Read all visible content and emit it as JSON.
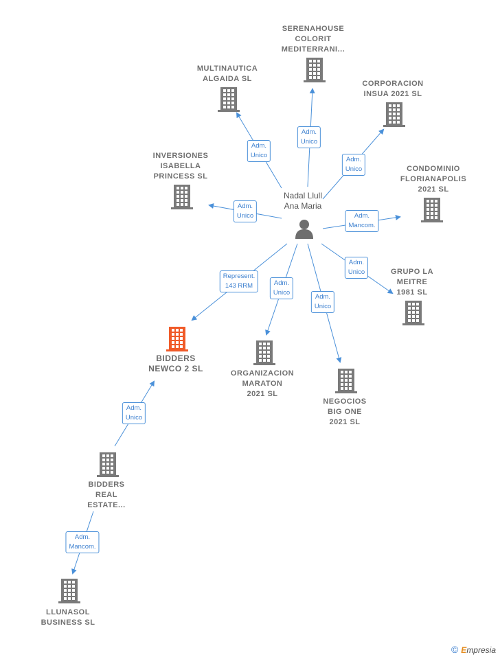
{
  "center": {
    "label": "Nadal Llull\nAna Maria"
  },
  "companies": [
    {
      "id": "serenahouse",
      "label": "SERENAHOUSE\nCOLORIT\nMEDITERRANI...",
      "highlight": false
    },
    {
      "id": "multinautica",
      "label": "MULTINAUTICA\nALGAIDA  SL",
      "highlight": false
    },
    {
      "id": "corporacion",
      "label": "CORPORACION\nINSUA 2021  SL",
      "highlight": false
    },
    {
      "id": "inversiones",
      "label": "INVERSIONES\nISABELLA\nPRINCESS  SL",
      "highlight": false
    },
    {
      "id": "condominio",
      "label": "CONDOMINIO\nFLORIANAPOLIS\n2021  SL",
      "highlight": false
    },
    {
      "id": "grupo",
      "label": "GRUPO LA\nMEITRE\n1981  SL",
      "highlight": false
    },
    {
      "id": "bidders2",
      "label": "BIDDERS\nNEWCO 2  SL",
      "highlight": true
    },
    {
      "id": "organizacion",
      "label": "ORGANIZACION\nMARATON\n2021  SL",
      "highlight": false
    },
    {
      "id": "negocios",
      "label": "NEGOCIOS\nBIG ONE\n2021  SL",
      "highlight": false
    },
    {
      "id": "biddersreal",
      "label": "BIDDERS\nREAL\nESTATE...",
      "highlight": false
    },
    {
      "id": "llunasol",
      "label": "LLUNASOL\nBUSINESS  SL",
      "highlight": false
    }
  ],
  "edges": [
    {
      "from": "center",
      "to": "serenahouse",
      "label": "Adm.\nUnico"
    },
    {
      "from": "center",
      "to": "multinautica",
      "label": "Adm.\nUnico"
    },
    {
      "from": "center",
      "to": "corporacion",
      "label": "Adm.\nUnico"
    },
    {
      "from": "center",
      "to": "inversiones",
      "label": "Adm.\nUnico"
    },
    {
      "from": "center",
      "to": "condominio",
      "label": "Adm.\nMancom."
    },
    {
      "from": "center",
      "to": "grupo",
      "label": "Adm.\nUnico"
    },
    {
      "from": "center",
      "to": "bidders2",
      "label": "Represent.\n143 RRM"
    },
    {
      "from": "center",
      "to": "organizacion",
      "label": "Adm.\nUnico"
    },
    {
      "from": "center",
      "to": "negocios",
      "label": "Adm.\nUnico"
    },
    {
      "from": "biddersreal",
      "to": "bidders2",
      "label": "Adm.\nUnico"
    },
    {
      "from": "biddersreal",
      "to": "llunasol",
      "label": "Adm.\nMancom."
    }
  ],
  "colors": {
    "edge": "#4a90d9",
    "building": "#7a7a7a",
    "highlight": "#f05a28",
    "person": "#6e6e6e"
  },
  "icons": {
    "company": "building-icon",
    "person": "person-icon"
  },
  "footer": {
    "copyright": "©",
    "brand_first": "E",
    "brand_rest": "mpresia"
  }
}
